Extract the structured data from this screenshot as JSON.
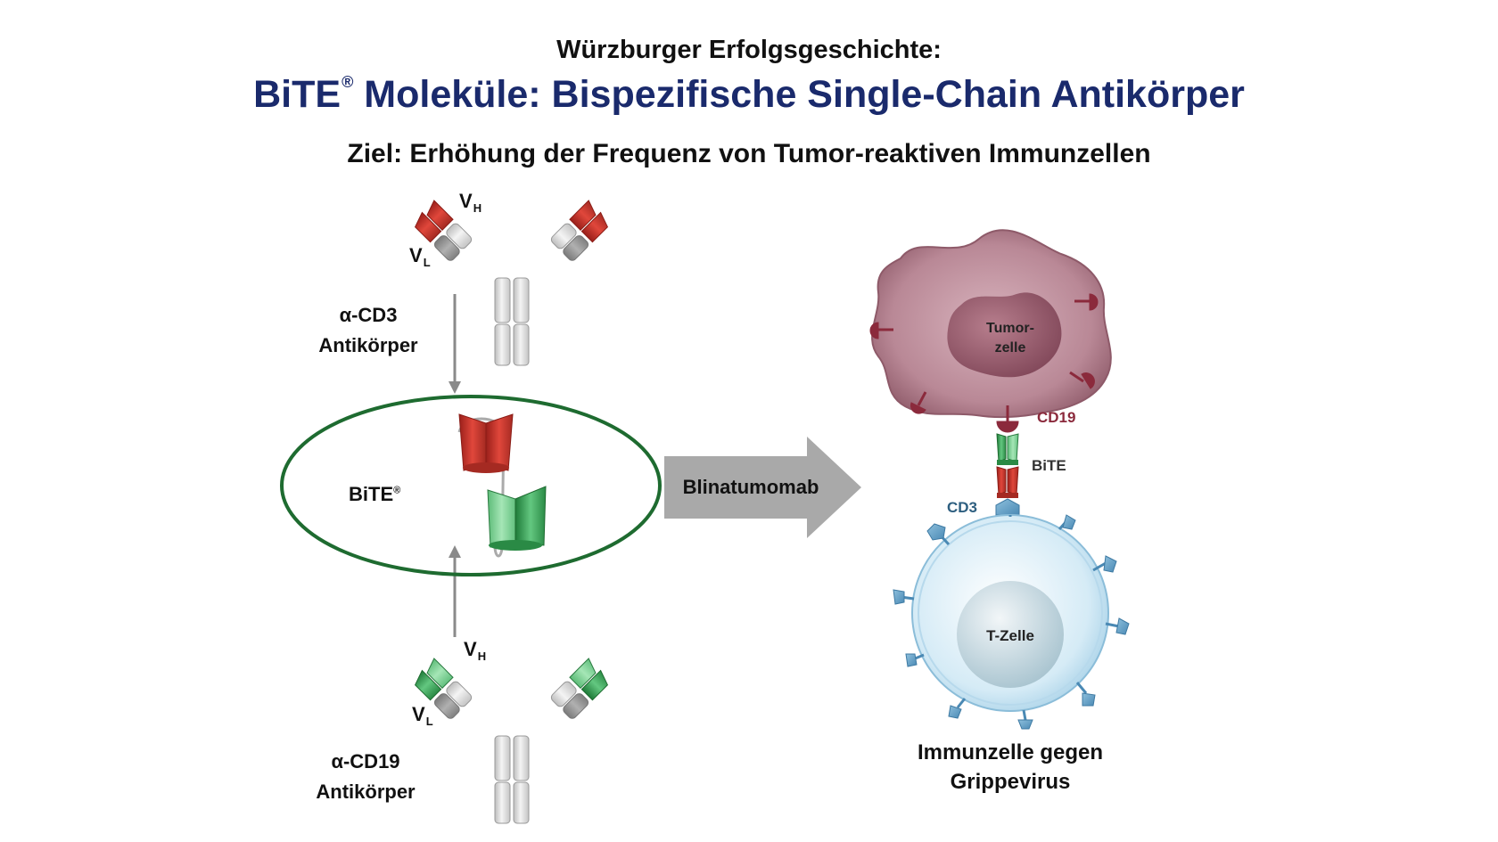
{
  "header": {
    "supertitle": "Würzburger Erfolgsgeschichte:",
    "title_part1": "BiTE",
    "title_reg": "®",
    "title_part2": " Moleküle: Bispezifische Single-Chain Antikörper",
    "goal": "Ziel: Erhöhung der Frequenz von Tumor-reaktiven Immunzellen"
  },
  "antibody_top": {
    "vh_letter": "V",
    "vh_sub": "H",
    "vl_letter": "V",
    "vl_sub": "L",
    "name_line1": "α-CD3",
    "name_line2": "Antikörper",
    "color": "#c0392b"
  },
  "antibody_bottom": {
    "vh_letter": "V",
    "vh_sub": "H",
    "vl_letter": "V",
    "vl_sub": "L",
    "name_line1": "α-CD19",
    "name_line2": "Antikörper",
    "color": "#2e9e4f"
  },
  "bite": {
    "label": "BiTE",
    "reg": "®",
    "ellipse_color": "#1e6b30"
  },
  "arrow": {
    "label": "Blinatumomab",
    "color": "#a9a9a9"
  },
  "tumor": {
    "name_line1": "Tumor-",
    "name_line2": "zelle",
    "receptor": "CD19",
    "color": "#a06070"
  },
  "tcell": {
    "name": "T-Zelle",
    "receptor": "CD3",
    "bite_label": "BiTE",
    "color": "#cfe6f2"
  },
  "tcell_caption": {
    "line1": "Immunzelle gegen",
    "line2": "Grippevirus"
  }
}
